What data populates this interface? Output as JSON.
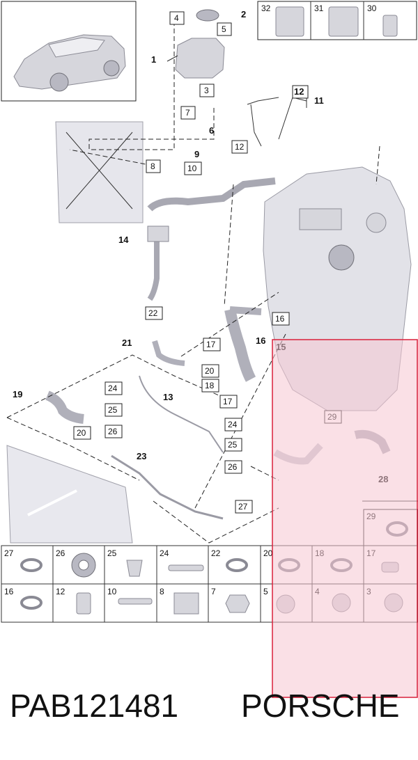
{
  "diagram": {
    "plain_labels": [
      {
        "id": "1",
        "text": "1"
      },
      {
        "id": "2",
        "text": "2"
      },
      {
        "id": "6",
        "text": "6"
      },
      {
        "id": "9",
        "text": "9"
      },
      {
        "id": "11",
        "text": "11"
      },
      {
        "id": "14",
        "text": "14"
      },
      {
        "id": "15",
        "text": "15"
      },
      {
        "id": "16",
        "text": "16"
      },
      {
        "id": "19",
        "text": "19"
      },
      {
        "id": "21",
        "text": "21"
      },
      {
        "id": "23",
        "text": "23"
      },
      {
        "id": "28",
        "text": "28"
      },
      {
        "id": "13",
        "text": "13"
      }
    ],
    "boxed_labels": [
      {
        "id": "b4",
        "text": "4"
      },
      {
        "id": "b5",
        "text": "5"
      },
      {
        "id": "b3",
        "text": "3"
      },
      {
        "id": "b7",
        "text": "7"
      },
      {
        "id": "b12a",
        "text": "12"
      },
      {
        "id": "b12b",
        "text": "12"
      },
      {
        "id": "b8",
        "text": "8"
      },
      {
        "id": "b10",
        "text": "10"
      },
      {
        "id": "b22",
        "text": "22"
      },
      {
        "id": "b16",
        "text": "16"
      },
      {
        "id": "b17a",
        "text": "17"
      },
      {
        "id": "b20a",
        "text": "20"
      },
      {
        "id": "b18",
        "text": "18"
      },
      {
        "id": "b17b",
        "text": "17"
      },
      {
        "id": "b24a",
        "text": "24"
      },
      {
        "id": "b25a",
        "text": "25"
      },
      {
        "id": "b26a",
        "text": "26"
      },
      {
        "id": "b20b",
        "text": "20"
      },
      {
        "id": "b24b",
        "text": "24"
      },
      {
        "id": "b25b",
        "text": "25"
      },
      {
        "id": "b26b",
        "text": "26"
      },
      {
        "id": "b27",
        "text": "27"
      },
      {
        "id": "b29",
        "text": "29"
      }
    ],
    "top_parts": [
      "32",
      "31",
      "30"
    ],
    "grid_row1": [
      "27",
      "26",
      "25",
      "24",
      "22",
      "20",
      "18",
      "17"
    ],
    "grid_row2": [
      "16",
      "12",
      "10",
      "8",
      "7",
      "5",
      "4",
      "3"
    ],
    "grid_extra": "29",
    "highlight_color": "#f5c6d2",
    "highlight_border": "#d9213b"
  },
  "footer": {
    "part_number": "PAB121481",
    "brand": "PORSCHE"
  }
}
